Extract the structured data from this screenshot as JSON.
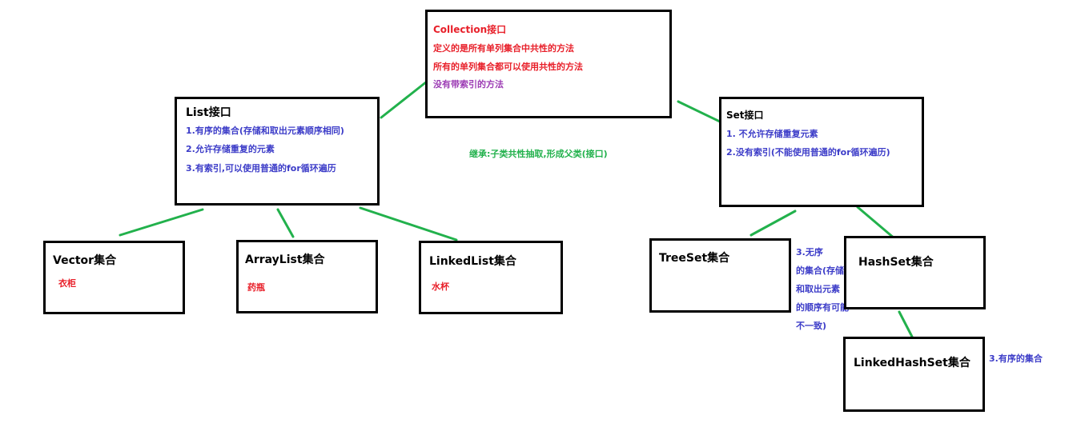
{
  "colors": {
    "border": "#000000",
    "connector": "#22b14c",
    "red_text": "#e8202a",
    "blue_text": "#3c3cc8",
    "purple_text": "#9c3cb4",
    "green_text": "#22b14c"
  },
  "collection": {
    "title": "Collection接口",
    "line1": "定义的是所有单列集合中共性的方法",
    "line2": "所有的单列集合都可以使用共性的方法",
    "line3": "没有带索引的方法"
  },
  "inherit_note": "继承:子类共性抽取,形成父类(接口)",
  "list": {
    "title": "List接口",
    "line1": "1.有序的集合(存储和取出元素顺序相同)",
    "line2": "2.允许存储重复的元素",
    "line3": "3.有索引,可以使用普通的for循环遍历"
  },
  "set": {
    "title": "Set接口",
    "line1": "1. 不允许存储重复元素",
    "line2": "2.没有索引(不能使用普通的for循环遍历)"
  },
  "vector": {
    "title": "Vector集合",
    "note": "衣柜"
  },
  "arraylist": {
    "title": "ArrayList集合",
    "note": "药瓶"
  },
  "linkedlist": {
    "title": "LinkedList集合",
    "note": "水杯"
  },
  "treeset": {
    "title": "TreeSet集合"
  },
  "hashset": {
    "title": "HashSet集合"
  },
  "linkedhashset": {
    "title": "LinkedHashSet集合"
  },
  "unordered_note": [
    "3.无序",
    "的集合(存储",
    "和取出元素",
    "的顺序有可能",
    "不一致)"
  ],
  "ordered_note": "3.有序的集合"
}
